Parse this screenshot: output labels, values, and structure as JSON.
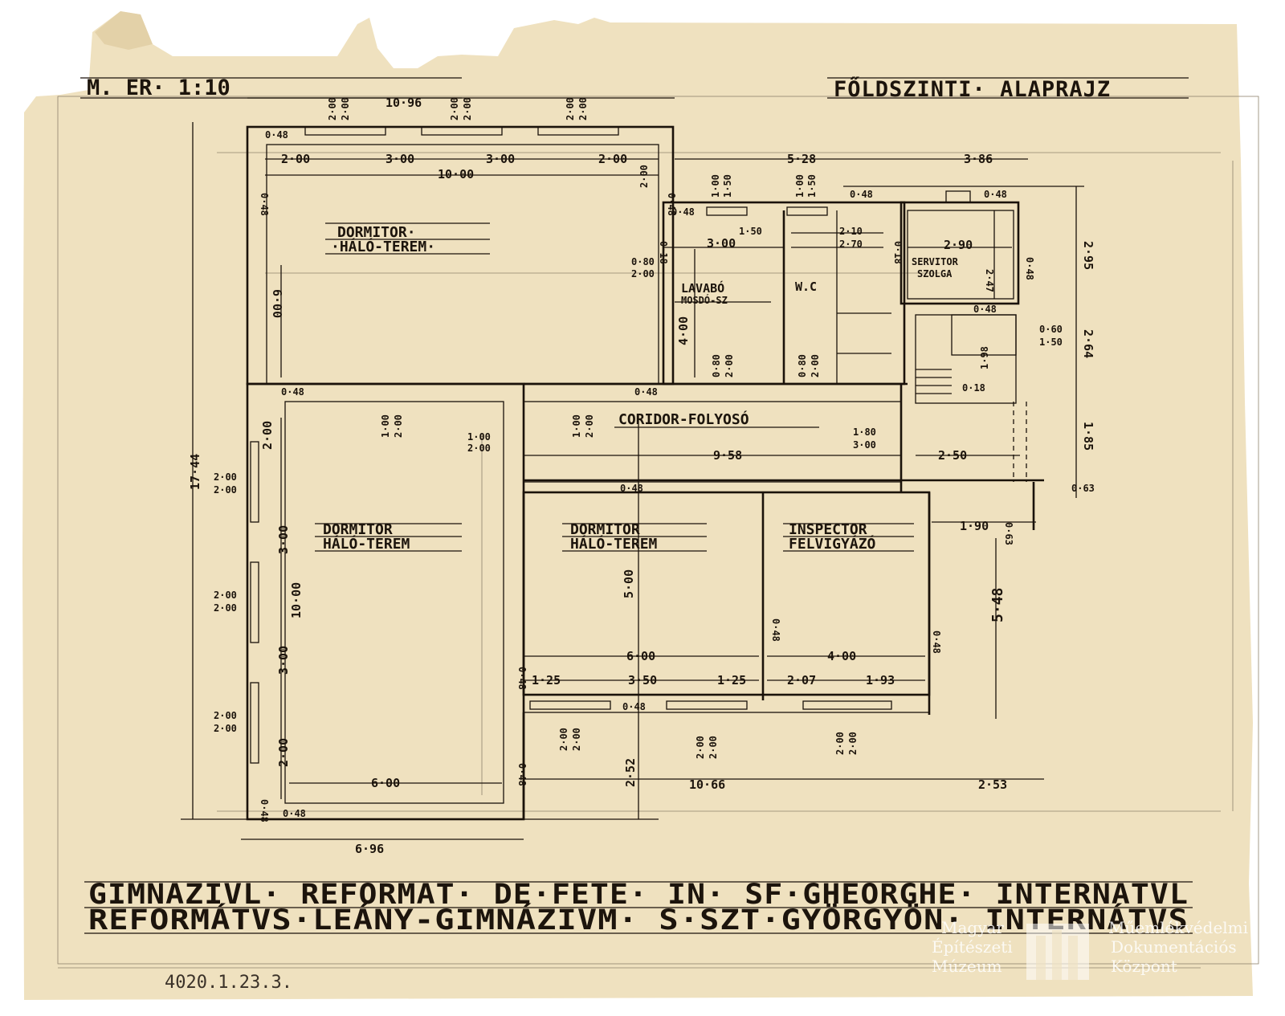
{
  "sheet": {
    "scale_label": "M. ER· 1:10",
    "plan_title": "FŐLDSZINTI· ALAPRAJZ",
    "bottom_title_line1": "GIMNAZIVL· REFORMAT· DE·FETE· IN· SF·GHEORGHE·  INTERNATVL",
    "bottom_title_line2": "REFORMÁTVS·LEÁNY-GIMNÁZIVM· S·SZT·GYÖRGYÖN·  INTERNÁTVS",
    "inventory_number": "4020.1.23.3.",
    "colors": {
      "paper": "#efe1bf",
      "ink": "#1c140c",
      "pencil": "#3a3128"
    }
  },
  "rooms": {
    "dormitor_top": {
      "line1": "DORMITOR·",
      "line2": "·HÁLÓ-TEREM·"
    },
    "dormitor_left": {
      "line1": "DORMITOR",
      "line2": "HÁLÓ-TEREM"
    },
    "dormitor_center": {
      "line1": "DORMITOR",
      "line2": "HÁLÓ-TEREM"
    },
    "inspector": {
      "line1": "INSPECTOR",
      "line2": "FELVIGYÁZÓ"
    },
    "lavabo": {
      "line1": "LAVABÓ",
      "line2": "MOSDÓ-SZ"
    },
    "wc": {
      "line1": "W.C"
    },
    "servitor": {
      "line1": "SERVITOR",
      "line2": "SZOLGA"
    },
    "corridor": {
      "line1": "CORIDOR-FOLYOSÓ"
    }
  },
  "dimensions": {
    "total_width_top": "10·96",
    "total_height": "17·44",
    "top_segments": [
      "2·00",
      "3·00",
      "3·00",
      "2·00"
    ],
    "top_room_width": "10·00",
    "top_room_depth": "6·00",
    "upper_right_span": "5·28",
    "upper_right_span2": "3·86",
    "lavabo_width": "3·00",
    "lavabo_depth": "4·00",
    "wc_widths": [
      "2·10",
      "2·70"
    ],
    "servitor_width": "2·90",
    "servitor_depth": "2·47",
    "right_dims": [
      "2·95",
      "2·64",
      "1·85"
    ],
    "corridor_length": "9·58",
    "corridor_width": "2·50",
    "left_room_segments": [
      "2·00",
      "3·00",
      "3·00",
      "2·00"
    ],
    "left_room_length": "10·00",
    "left_room_width": "6·00",
    "center_room_width": "6·00",
    "center_room_depth": "5·00",
    "center_window_segments": [
      "1·25",
      "3·50",
      "1·25"
    ],
    "inspector_width": "4·00",
    "inspector_segments": [
      "2·07",
      "1·93"
    ],
    "right_depth": "5·48",
    "right_offset": "1·90",
    "right_wing": "2·53",
    "bottom_wing": "10·66",
    "bottom_offset": "2·52",
    "bottom_total": "6·96",
    "wall": "0·48",
    "step_small": "0·18",
    "stair_dims": [
      "0·60",
      "1·50",
      "1·98",
      "0·63"
    ],
    "opening_pair": [
      "2·00",
      "2·00"
    ],
    "door_pair": [
      "1·00",
      "2·00"
    ],
    "lavabo_window": [
      "1·00",
      "1·50"
    ],
    "lavabo_note": [
      "0·80",
      "2·00"
    ],
    "corridor_door": [
      "1·80",
      "3·00"
    ],
    "lavabo_inner": "1·50",
    "bottom_side_dim": "2·00"
  },
  "watermark": {
    "left_lines": [
      "Magyar",
      "Építészeti",
      "Múzeum"
    ],
    "right_lines": [
      "Műemlékvédelmi",
      "Dokumentációs",
      "Központ"
    ]
  }
}
